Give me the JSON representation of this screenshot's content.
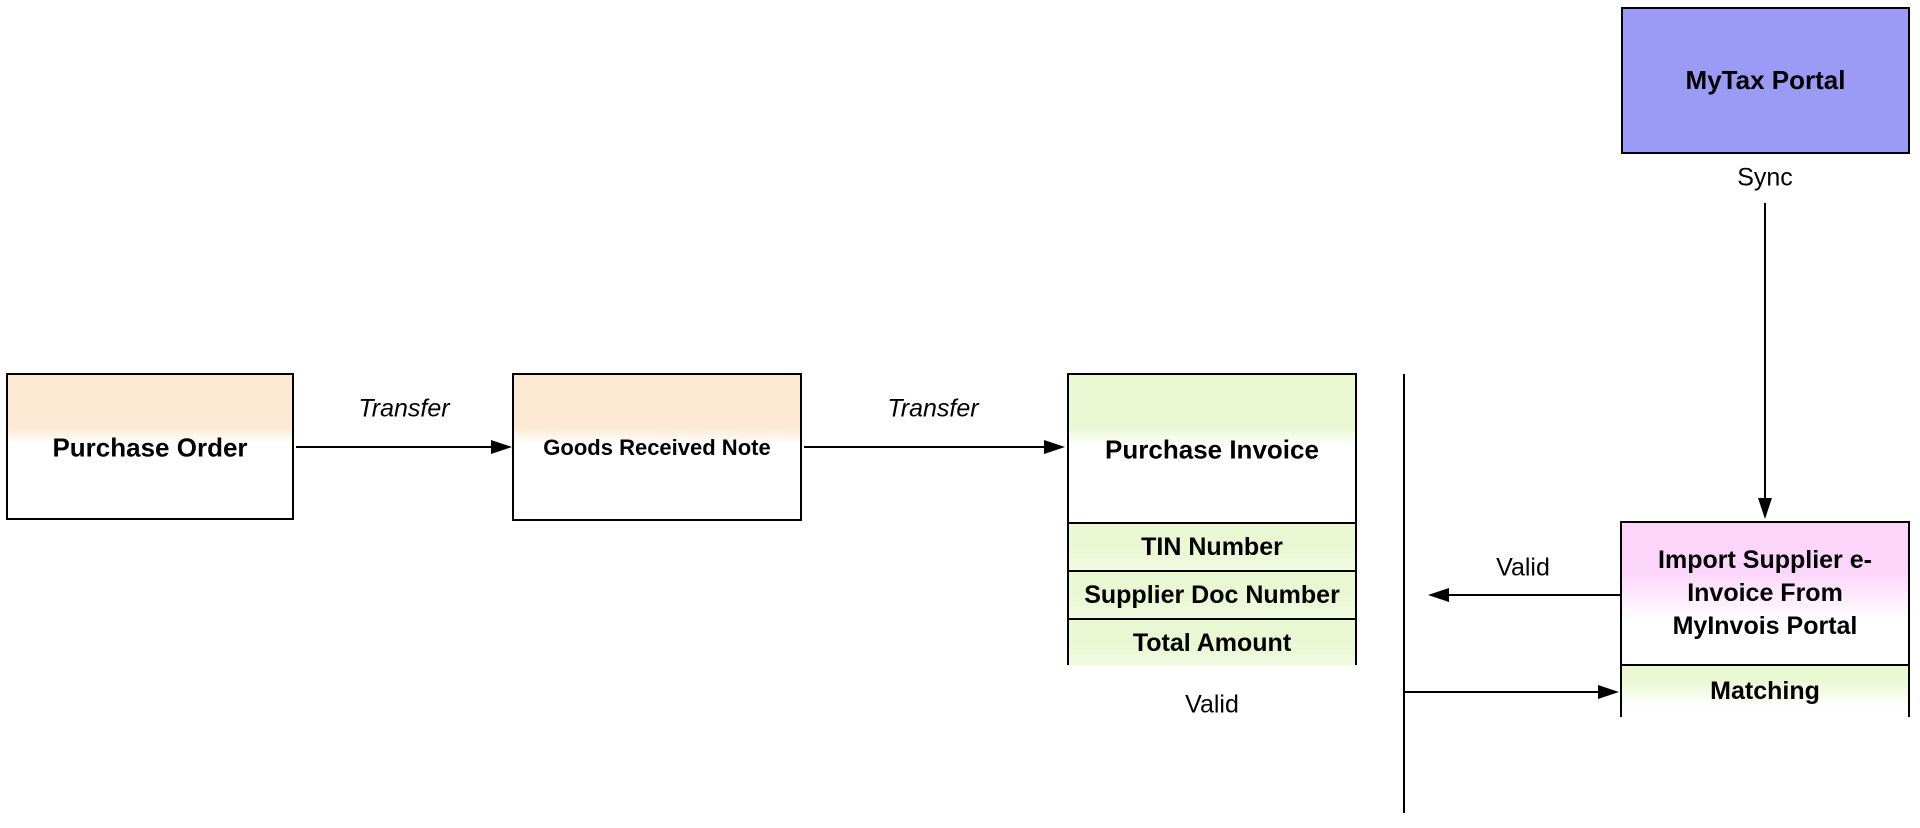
{
  "colors": {
    "stroke": "#000000",
    "peach_header": "#fde8d2",
    "green_header": "#e9f8d3",
    "purple_fill": "#9b9bf5",
    "pink_header": "#fcd5fa"
  },
  "nodes": {
    "purchase_order": {
      "title": "Purchase Order"
    },
    "goods_received_note": {
      "title": "Goods Received Note"
    },
    "purchase_invoice": {
      "title": "Purchase Invoice",
      "fields": [
        "TIN Number",
        "Supplier Doc Number",
        "Total Amount"
      ]
    },
    "mytax_portal": {
      "title": "MyTax Portal"
    },
    "import_supplier_einvoice": {
      "title_lines": [
        "Import Supplier e-",
        "Invoice From",
        "MyInvois Portal"
      ],
      "sub_process": "Matching"
    }
  },
  "edge_labels": {
    "transfer_po_to_grn": "Transfer",
    "transfer_grn_to_pi": "Transfer",
    "sync_mytax_to_import": "Sync",
    "valid_import_to_branch": "Valid",
    "valid_below_invoice": "Valid"
  }
}
